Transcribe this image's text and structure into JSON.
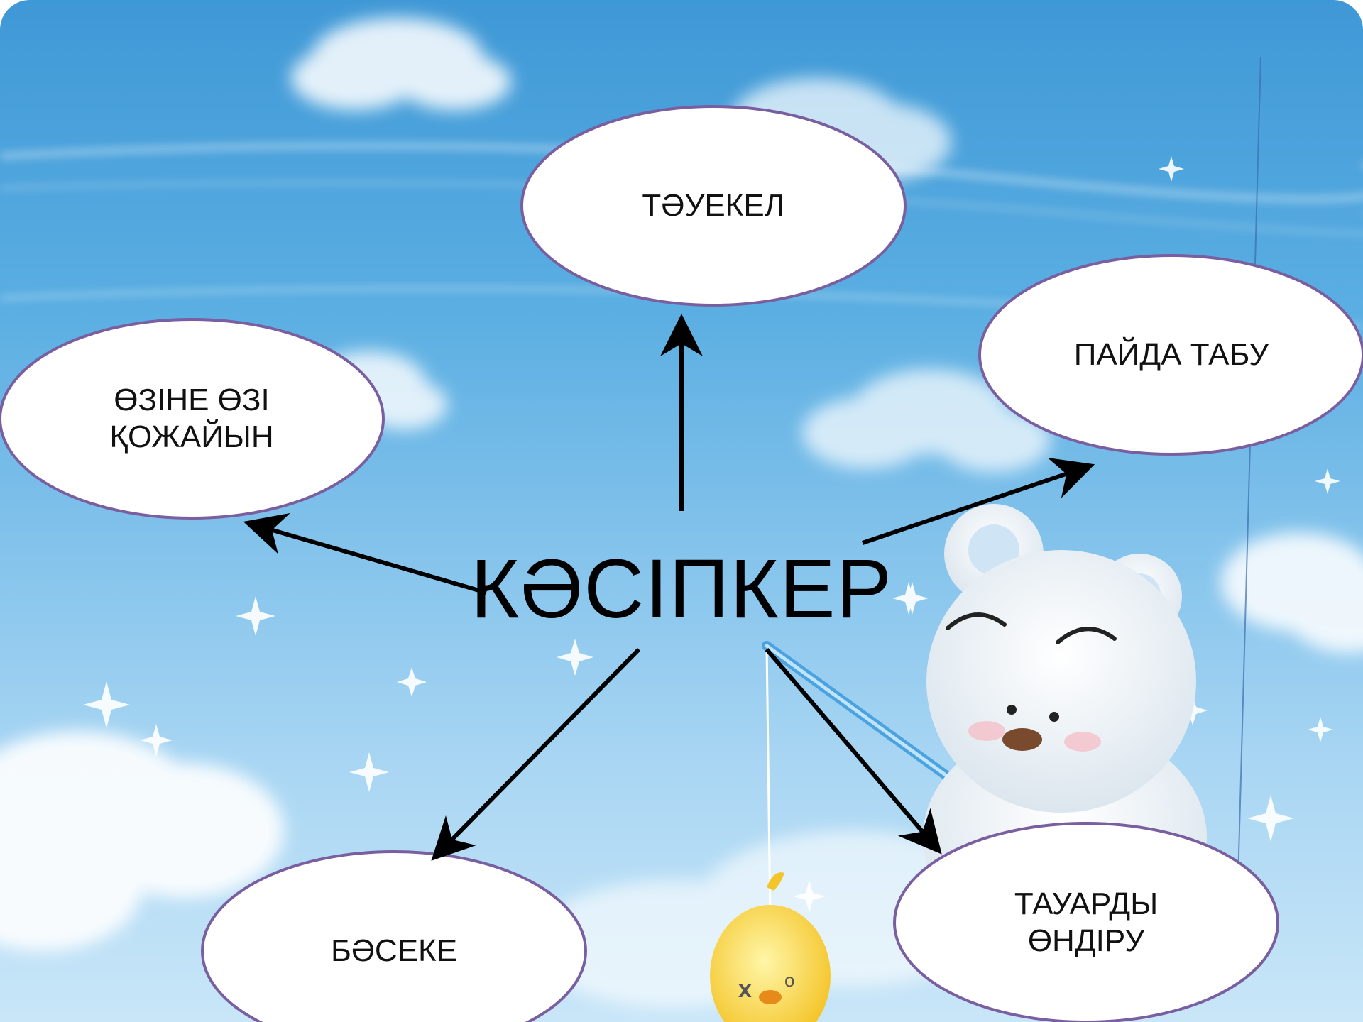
{
  "colors": {
    "sky_top": "#3f98d6",
    "sky_bottom": "#c9e6f8",
    "node_fill": "#ffffff",
    "node_border": "#7a5fa0",
    "arrow": "#000000"
  },
  "diagram": {
    "center": {
      "label": "КӘСІПКЕР"
    },
    "nodes": [
      {
        "id": "tauekel",
        "label": "ТӘУЕКЕЛ"
      },
      {
        "id": "paida-tabu",
        "label": "ПАЙДА ТАБУ"
      },
      {
        "id": "ozine-ozi-kozhaiyn",
        "label": "ӨЗІНЕ ӨЗІ\nҚОЖАЙЫН"
      },
      {
        "id": "baseke",
        "label": "БӘСЕКЕ"
      },
      {
        "id": "tauardy-ondiru",
        "label": "ТАУАРДЫ\nӨНДІРУ"
      }
    ],
    "edges": [
      {
        "from": "center",
        "to": "tauekel"
      },
      {
        "from": "center",
        "to": "paida-tabu"
      },
      {
        "from": "center",
        "to": "ozine-ozi-kozhaiyn"
      },
      {
        "from": "center",
        "to": "baseke"
      },
      {
        "from": "center",
        "to": "tauardy-ondiru"
      }
    ]
  },
  "background": {
    "icons": [
      "cloud-icon",
      "sparkle-icon",
      "bear-character-icon",
      "chick-character-icon",
      "fishing-rod-icon"
    ]
  }
}
